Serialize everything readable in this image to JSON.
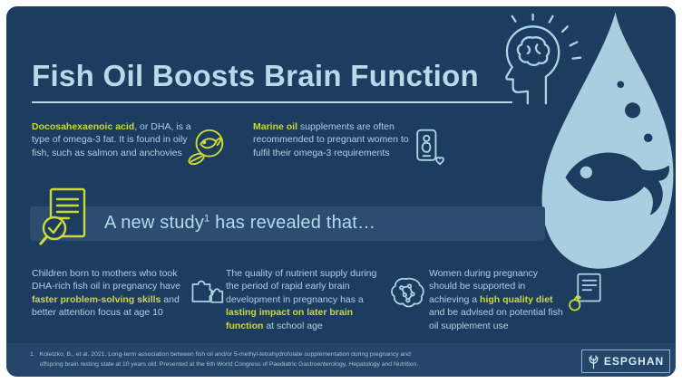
{
  "colors": {
    "background": "#1c3c60",
    "band": "#2b4d72",
    "footer_band": "#24466b",
    "text_light_blue": "#a9d4e4",
    "title_blue": "#b3dbe9",
    "accent_yellow_green": "#ccd937",
    "droplet_blue": "#a7cfdf"
  },
  "header": {
    "title": "Fish Oil Boosts Brain Function",
    "icon": "head-brain-icon",
    "art": "water-droplet-fish-art"
  },
  "facts": [
    {
      "highlight": "Docosahexaenoic acid",
      "rest": ", or DHA, is a type of omega-3 fat. It is found in oily fish, such as salmon and anchovies",
      "icon": "fish-oil-capsule-icon"
    },
    {
      "highlight": "Marine oil",
      "rest": " supplements are often recommended to pregnant women to fulfil their omega-3 requirements",
      "icon": "pregnant-woman-phone-icon"
    }
  ],
  "study_banner": {
    "prefix": "A new study",
    "sup": "1",
    "suffix": " has revealed that…",
    "icon": "document-magnifier-icon"
  },
  "findings": [
    {
      "pre": "Children born to mothers who took DHA-rich fish oil in pregnancy have ",
      "highlight": "faster problem-solving skills",
      "post": " and better attention focus at age 10",
      "icon": "puzzle-icon"
    },
    {
      "pre": "The quality of nutrient supply during the period of rapid early brain development in pregnancy has a ",
      "highlight": "lasting impact on later brain function",
      "post": " at school age",
      "icon": "brain-circuit-icon"
    },
    {
      "pre": "Women during pregnancy should be supported in achieving a ",
      "highlight": "high quality diet",
      "post": " and be advised on potential fish oil supplement use",
      "icon": "book-apple-icon"
    }
  ],
  "footer": {
    "note_number": "1.",
    "note_text": "Koletzko, B., et al. 2021. Long-term association between fish oil and/or 5-methyl-tetrahydrofolate supplementation during pregnancy and offspring brain resting state at 10 years old. Presented at the 6th World Congress of Paediatric Gastroenterology, Hepatology and Nutrition.",
    "logo_text": "ESPGHAN"
  }
}
